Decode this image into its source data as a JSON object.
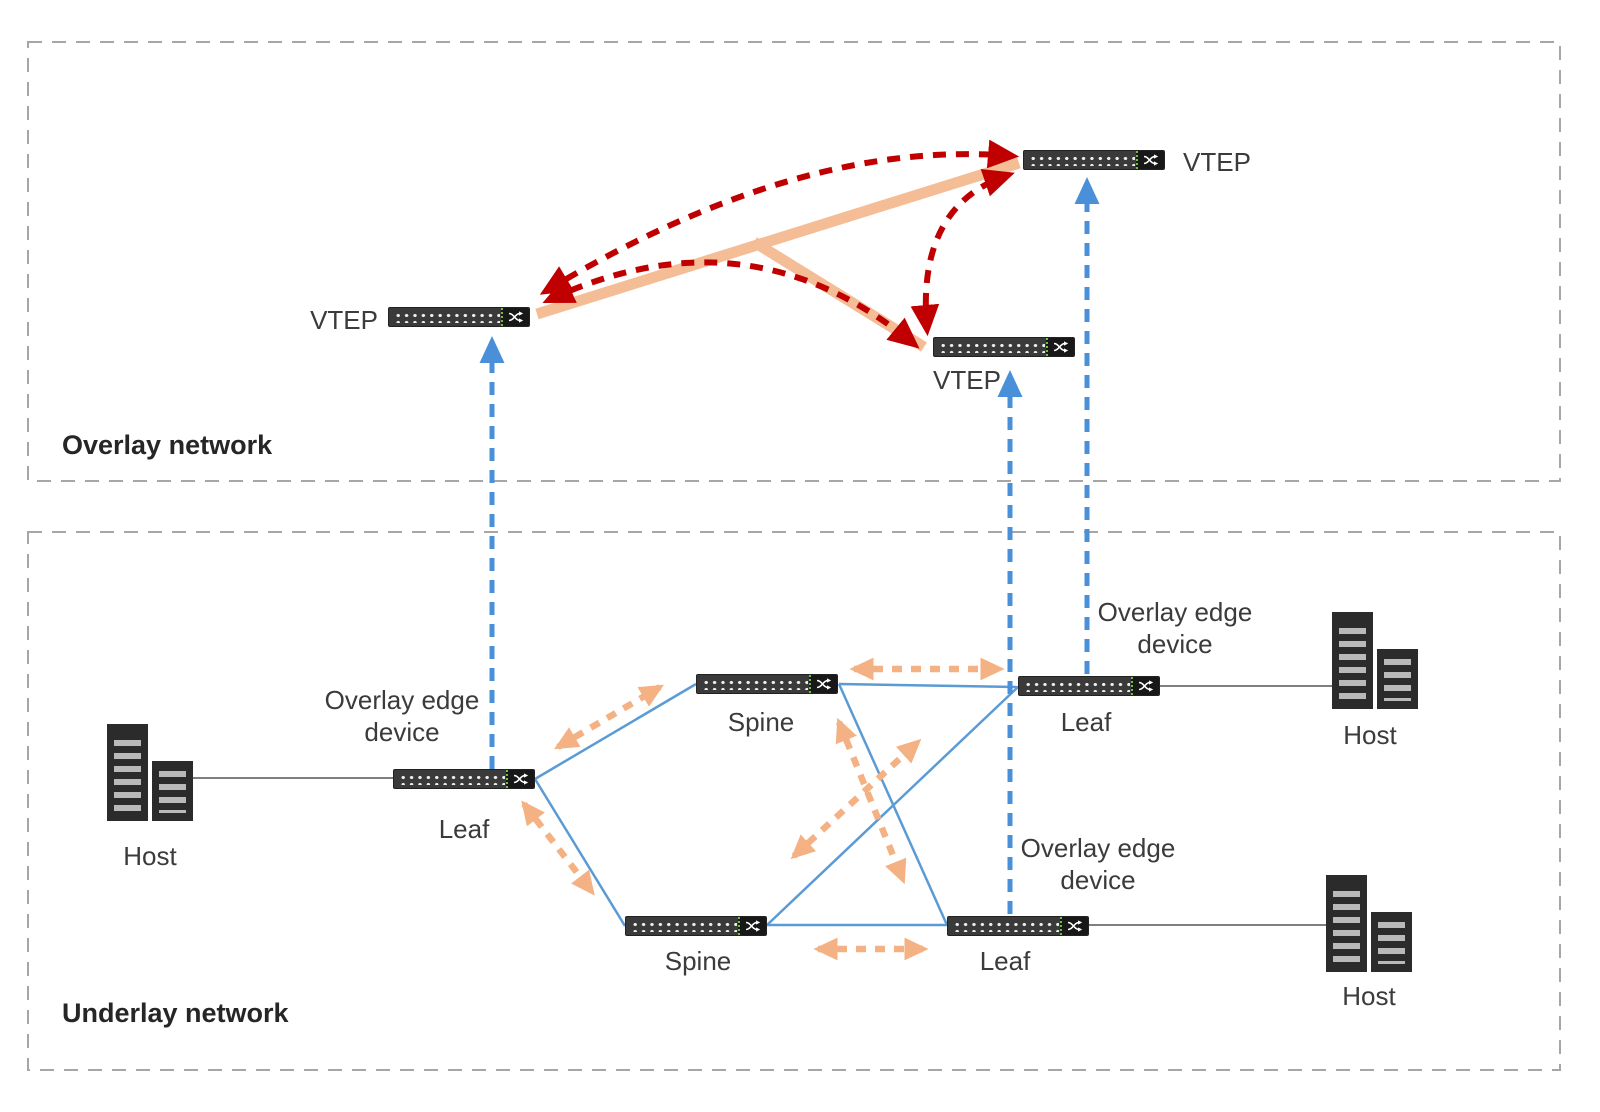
{
  "labels": {
    "overlay_box": "Overlay network",
    "underlay_box": "Underlay network"
  },
  "overlay": {
    "vteps": [
      {
        "id": "vtep-left",
        "label": "VTEP"
      },
      {
        "id": "vtep-top-right",
        "label": "VTEP"
      },
      {
        "id": "vtep-middle",
        "label": "VTEP"
      }
    ]
  },
  "underlay": {
    "switches": [
      {
        "id": "leaf-left",
        "label": "Leaf",
        "caption": "Overlay edge device"
      },
      {
        "id": "spine-top",
        "label": "Spine"
      },
      {
        "id": "spine-bottom",
        "label": "Spine"
      },
      {
        "id": "leaf-top-right",
        "label": "Leaf",
        "caption": "Overlay edge device"
      },
      {
        "id": "leaf-bottom-right",
        "label": "Leaf",
        "caption": "Overlay edge device"
      }
    ],
    "hosts": [
      {
        "id": "host-left",
        "label": "Host"
      },
      {
        "id": "host-top-right",
        "label": "Host"
      },
      {
        "id": "host-bottom-right",
        "label": "Host"
      }
    ]
  },
  "colors": {
    "box_border": "#a6a6a6",
    "overlay_route_red": "#c00000",
    "overlay_tunnel_peach": "#f5bd96",
    "vtep_mapping_blue": "#4a90d9",
    "underlay_link_blue": "#5b9bd5",
    "underlay_traffic_orange": "#f4b183",
    "host_link_gray": "#7f7f7f",
    "switch_body": "#3a3a3a",
    "switch_port_dots": "#ececec",
    "switch_status_dots": "#6fbf44",
    "server_body": "#2b2b2b",
    "server_bars": "#b9b9b9",
    "text": "#3b3b3b"
  }
}
